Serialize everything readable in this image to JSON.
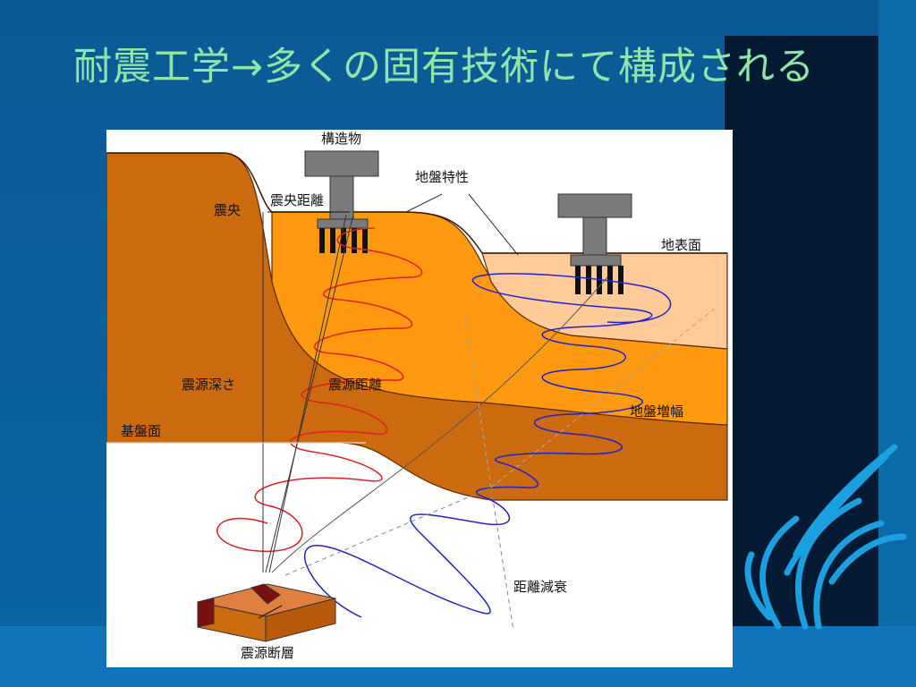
{
  "slide": {
    "title": "耐震工学→多くの固有技術にて構成される"
  },
  "diagram": {
    "labels": {
      "structure": "構造物",
      "ground_characteristics": "地盤特性",
      "epicentral_distance": "震央距離",
      "epicenter": "震央",
      "ground_surface": "地表面",
      "focal_depth": "震源深さ",
      "hypocentral_distance": "震源距離",
      "bedrock_surface": "基盤面",
      "ground_amplification": "地盤増幅",
      "distance_attenuation": "距離減衰",
      "source_fault": "震源断層"
    },
    "colors": {
      "background": "#0a5f9a",
      "title": "#8fe6a8",
      "deep_soil": "#cc6a10",
      "mid_soil": "#ff9a10",
      "surface_soil": "#ffcc99",
      "structure": "#7a7a7a",
      "red_wave": "#e02020",
      "blue_wave": "#2222cc"
    }
  }
}
